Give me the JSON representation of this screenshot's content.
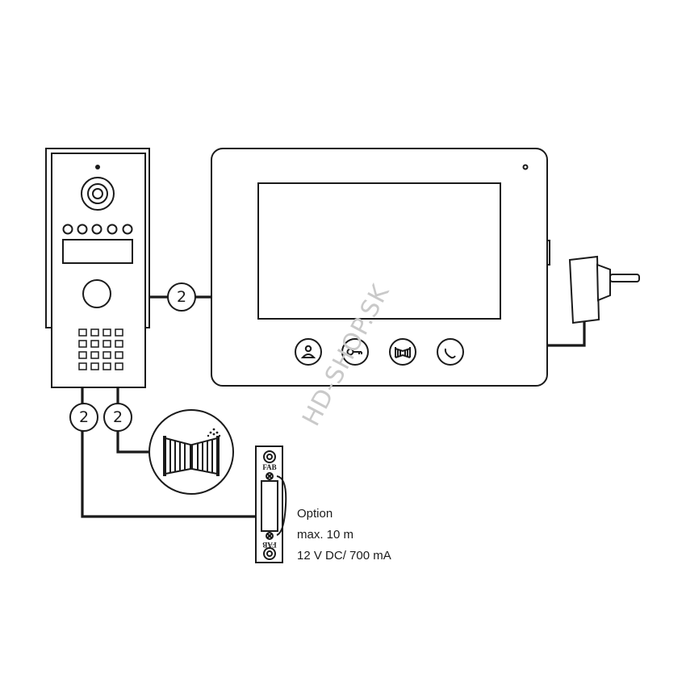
{
  "watermark": "HD-SHOP.SK",
  "cable_label": "2",
  "lock": {
    "brand": "FAB",
    "note_lines": [
      "Option",
      "max. 10 m",
      "12 V DC/ 700 mA"
    ]
  },
  "monitor_buttons": [
    "intercom-icon",
    "key-icon",
    "gate-icon",
    "handset-icon"
  ]
}
